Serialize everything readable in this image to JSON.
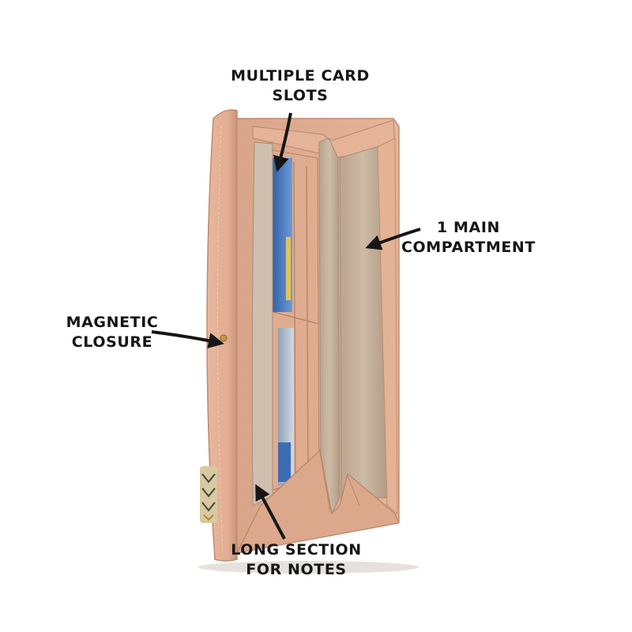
{
  "callouts": {
    "card_slots": {
      "line1": "MULTIPLE CARD",
      "line2": "SLOTS"
    },
    "main_compartment": {
      "line1": "1 MAIN",
      "line2": "COMPARTMENT"
    },
    "magnetic_closure": {
      "line1": "MAGNETIC",
      "line2": "CLOSURE"
    },
    "notes_section": {
      "line1": "LONG SECTION",
      "line2": "FOR NOTES"
    }
  },
  "colors": {
    "background": "#ffffff",
    "leather": "#e2ad92",
    "leather_shadow": "#c58d72",
    "lining": "#c9b7a2",
    "text": "#161616"
  }
}
